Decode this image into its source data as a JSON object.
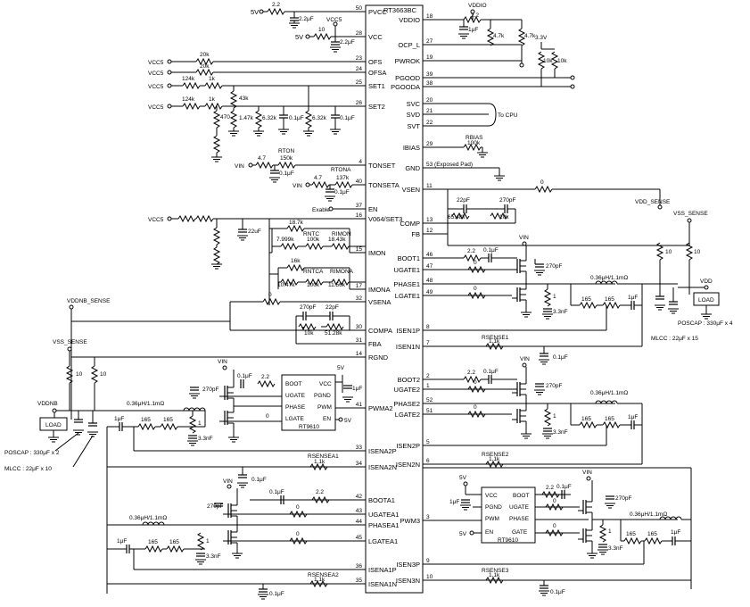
{
  "main_ic": {
    "name": "RT3663BC",
    "left_pins": [
      {
        "num": "50",
        "name": "PVCC"
      },
      {
        "num": "28",
        "name": "VCC"
      },
      {
        "num": "23",
        "name": "OFS"
      },
      {
        "num": "24",
        "name": "OFSA"
      },
      {
        "num": "25",
        "name": "SET1"
      },
      {
        "num": "26",
        "name": "SET2"
      },
      {
        "num": "4",
        "name": "TONSET"
      },
      {
        "num": "40",
        "name": "TONSETA"
      },
      {
        "num": "37",
        "name": "EN"
      },
      {
        "num": "16",
        "name": "V064/SET3"
      },
      {
        "num": "15",
        "name": "IMON"
      },
      {
        "num": "17",
        "name": "IMONA"
      },
      {
        "num": "32",
        "name": "VSENA"
      },
      {
        "num": "30",
        "name": "COMPA"
      },
      {
        "num": "31",
        "name": "FBA"
      },
      {
        "num": "14",
        "name": "RGND"
      },
      {
        "num": "41",
        "name": "PWMA2"
      },
      {
        "num": "33",
        "name": "ISENA2P"
      },
      {
        "num": "34",
        "name": "ISENA2N"
      },
      {
        "num": "42",
        "name": "BOOTA1"
      },
      {
        "num": "43",
        "name": "UGATEA1"
      },
      {
        "num": "44",
        "name": "PHASEA1"
      },
      {
        "num": "45",
        "name": "LGATEA1"
      },
      {
        "num": "36",
        "name": "ISENA1P"
      },
      {
        "num": "35",
        "name": "ISENA1N"
      }
    ],
    "right_pins": [
      {
        "num": "18",
        "name": "VDDIO"
      },
      {
        "num": "27",
        "name": "OCP_L"
      },
      {
        "num": "19",
        "name": "PWROK"
      },
      {
        "num": "39",
        "name": "PGOOD"
      },
      {
        "num": "38",
        "name": "PGOODA"
      },
      {
        "num": "20",
        "name": "SVC"
      },
      {
        "num": "21",
        "name": "SVD"
      },
      {
        "num": "22",
        "name": "SVT"
      },
      {
        "num": "29",
        "name": "IBIAS"
      },
      {
        "num": "53 (Exposed Pad)",
        "name": "GND"
      },
      {
        "num": "11",
        "name": "VSEN"
      },
      {
        "num": "13",
        "name": "COMP"
      },
      {
        "num": "12",
        "name": "FB"
      },
      {
        "num": "46",
        "name": "BOOT1"
      },
      {
        "num": "47",
        "name": "UGATE1"
      },
      {
        "num": "48",
        "name": "PHASE1"
      },
      {
        "num": "49",
        "name": "LGATE1"
      },
      {
        "num": "8",
        "name": "ISEN1P"
      },
      {
        "num": "7",
        "name": "ISEN1N"
      },
      {
        "num": "2",
        "name": "BOOT2"
      },
      {
        "num": "1",
        "name": "UGATE2"
      },
      {
        "num": "52",
        "name": "PHASE2"
      },
      {
        "num": "51",
        "name": "LGATE2"
      },
      {
        "num": "5",
        "name": "ISEN2P"
      },
      {
        "num": "6",
        "name": "ISEN2N"
      },
      {
        "num": "3",
        "name": "PWM3"
      },
      {
        "num": "9",
        "name": "ISEN3P"
      },
      {
        "num": "10",
        "name": "ISEN3N"
      }
    ]
  },
  "drivers": {
    "left": {
      "name": "RT9610",
      "pins_left": [
        "BOOT",
        "UGATE",
        "PHASE",
        "LGATE"
      ],
      "pins_right": [
        "VCC",
        "PGND",
        "PWM",
        "EN"
      ]
    },
    "right": {
      "name": "RT9610",
      "pins_left": [
        "VCC",
        "PGND",
        "PWM",
        "EN"
      ],
      "pins_right": [
        "BOOT",
        "UGATE",
        "PHASE",
        "GATE"
      ]
    }
  },
  "supplies": {
    "v5": "5V",
    "v3p3": "3.3V",
    "vin": "VIN",
    "vddio": "VDDIO",
    "vcc5": "VCC5",
    "enable": "Exable",
    "to_cpu": "To CPU",
    "vddnb_sense": "VDDNB_SENSE",
    "vss_sense": "VSS_SENSE",
    "vddnb": "VDDNB",
    "vdd_sense": "VDD_SENSE",
    "vdd": "VDD"
  },
  "components": {
    "r2p2": "2.2",
    "c2p2uf": "2.2μF",
    "r10": "10",
    "r20k": "20k",
    "r124k": "124k",
    "r1k": "1k",
    "r43k": "43k",
    "r470": "470",
    "r1p47k": "1.47k",
    "r6p32k": "6.32k",
    "c0p1uf": "0.1μF",
    "r4p7": "4.7",
    "r4p7k": "4.7k",
    "c1uf": "1μF",
    "rtson": "RTON",
    "r150k": "150k",
    "rtona": "RTONA",
    "r137k": "137k",
    "rbias": "RBIAS",
    "r100k": "100k",
    "r0": "0",
    "c22pf": "22pF",
    "c270pf": "270pF",
    "r65p48k": "65.48k",
    "r18p7k": "18.7k",
    "r7p999k": "7.999k",
    "rntc": "RNTC",
    "rimon": "RIMON",
    "r18p43k": "18.43k",
    "r16k": "16k",
    "r10p47k": "10.47k",
    "rntca": "RNTCA",
    "rimona": "RIMONA",
    "r11p56k": "11.56k",
    "c22uf": "22uF",
    "inductor": "0.36μH/1.1mΩ",
    "r165": "165",
    "c3p3uf": "3.3nF",
    "r1": "1",
    "r1p1k": "1.1k",
    "rsense1": "RSENSE1",
    "rsense2": "RSENSE2",
    "rsense3": "RSENSE3",
    "rsensea1": "RSENSEA1",
    "rsensea2": "RSENSEA2",
    "r51p28k": "51.28k",
    "r10k": "10k",
    "load": "LOAD"
  },
  "notes": {
    "poscap_left": "POSCAP : 330μF x 2",
    "mlcc_left": "MLCC : 22μF x 10",
    "poscap_right": "POSCAP : 330μF x 4",
    "mlcc_right": "MLCC : 22μF x 15"
  }
}
